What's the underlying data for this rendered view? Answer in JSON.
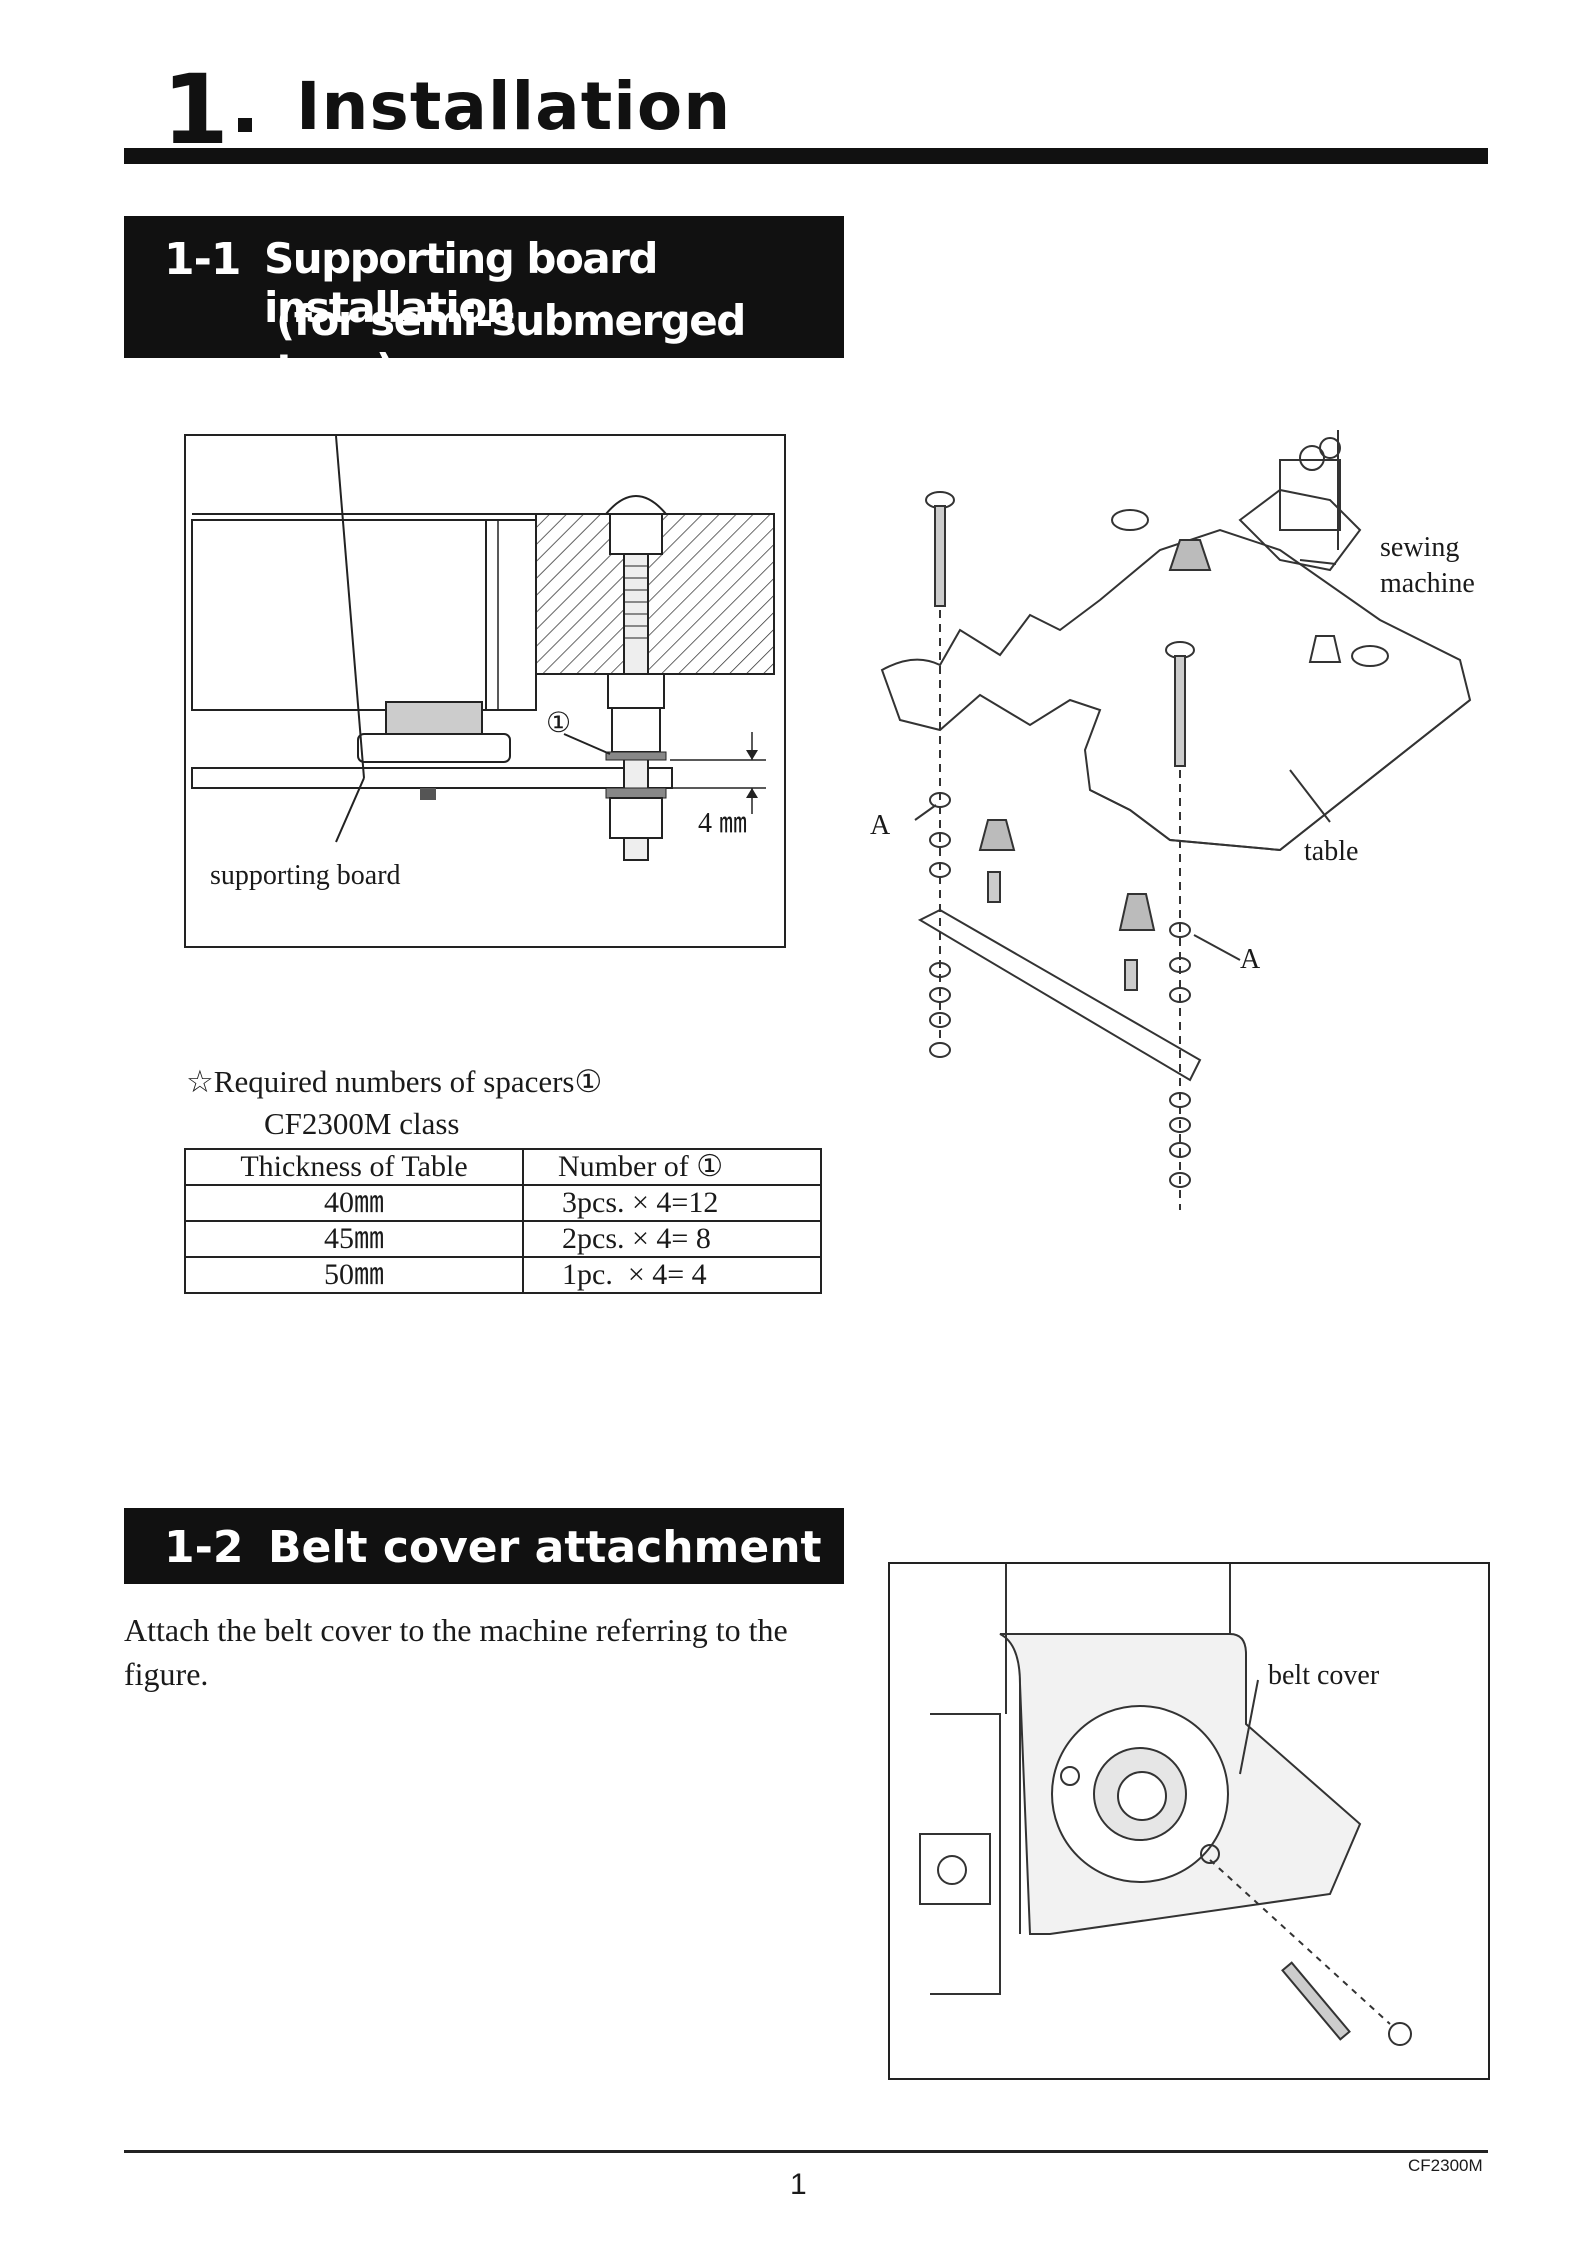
{
  "chapter": {
    "number": "1",
    "title": "Installation"
  },
  "section1": {
    "number": "1-1",
    "title_line1": "Supporting board installation",
    "title_line2": "(for semi-submerged type)",
    "figure_labels": {
      "circled_one": "①",
      "dimension": "4 ㎜",
      "supporting_board": "supporting board"
    },
    "assembly_labels": {
      "sewing": "sewing",
      "machine": "machine",
      "table": "table",
      "a_left": "A",
      "a_right": "A"
    },
    "spacers": {
      "heading": "☆Required numbers of spacers①",
      "model_class": "CF2300M class",
      "columns": [
        "Thickness of Table",
        "Number of ①"
      ],
      "rows": [
        [
          "40㎜",
          "3pcs. × 4=12"
        ],
        [
          "45㎜",
          "2pcs. × 4= 8"
        ],
        [
          "50㎜",
          "1pc.  × 4= 4"
        ]
      ]
    }
  },
  "section2": {
    "number": "1-2",
    "title": "Belt cover attachment",
    "text": "Attach the belt cover to the machine referring to the figure.",
    "figure_label": "belt cover"
  },
  "footer": {
    "page": "1",
    "model": "CF2300M"
  }
}
